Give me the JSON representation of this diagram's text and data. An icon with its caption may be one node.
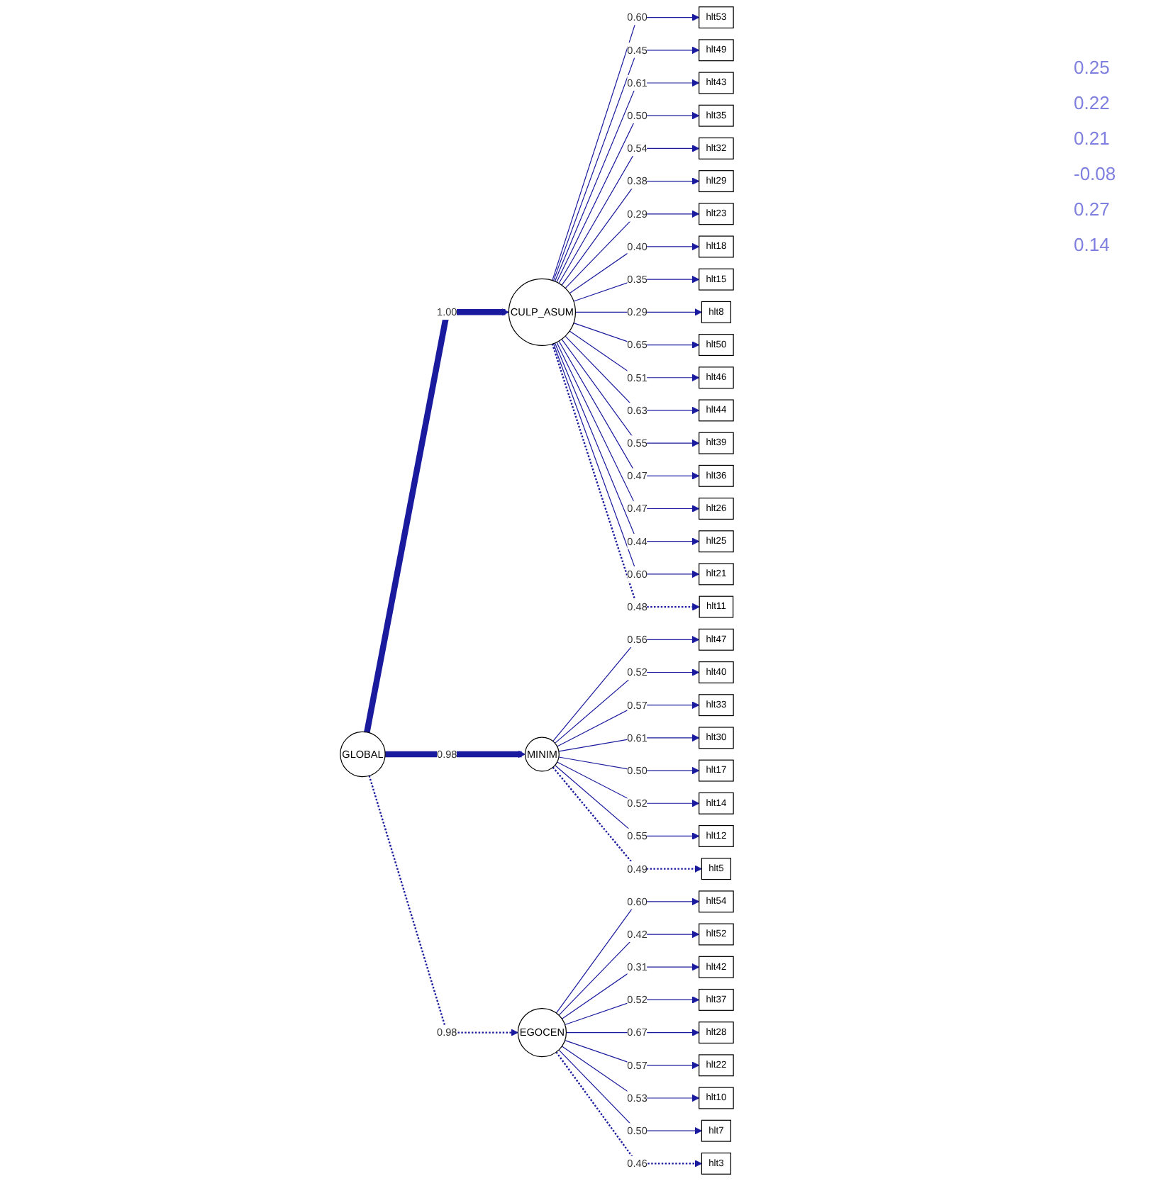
{
  "diagram": {
    "nodes": [
      {
        "text": [
          "GLOBAL"
        ]
      },
      {
        "text": [
          "CULP_ASUM"
        ]
      },
      {
        "text": [
          "MINIM"
        ]
      },
      {
        "text": [
          "EGOCEN"
        ]
      },
      {
        "text": [
          "hlt53"
        ]
      },
      {
        "text": [
          "hlt49"
        ]
      },
      {
        "text": [
          "hlt43"
        ]
      },
      {
        "text": [
          "hlt35"
        ]
      },
      {
        "text": [
          "hlt32"
        ]
      },
      {
        "text": [
          "hlt29"
        ]
      },
      {
        "text": [
          "hlt23"
        ]
      },
      {
        "text": [
          "hlt18"
        ]
      },
      {
        "text": [
          "hlt15"
        ]
      },
      {
        "text": [
          "hlt8"
        ]
      },
      {
        "text": [
          "hlt50"
        ]
      },
      {
        "text": [
          "hlt46"
        ]
      },
      {
        "text": [
          "hlt44"
        ]
      },
      {
        "text": [
          "hlt39"
        ]
      },
      {
        "text": [
          "hlt36"
        ]
      },
      {
        "text": [
          "hlt26"
        ]
      },
      {
        "text": [
          "hlt25"
        ]
      },
      {
        "text": [
          "hlt21"
        ]
      },
      {
        "text": [
          "hlt11"
        ]
      },
      {
        "text": [
          "hlt47"
        ]
      },
      {
        "text": [
          "hlt40"
        ]
      },
      {
        "text": [
          "hlt33"
        ]
      },
      {
        "text": [
          "hlt30"
        ]
      },
      {
        "text": [
          "hlt17"
        ]
      },
      {
        "text": [
          "hlt14"
        ]
      },
      {
        "text": [
          "hlt12"
        ]
      },
      {
        "text": [
          "hlt5"
        ]
      },
      {
        "text": [
          "hlt54"
        ]
      },
      {
        "text": [
          "hlt52"
        ]
      },
      {
        "text": [
          "hlt42"
        ]
      },
      {
        "text": [
          "hlt37"
        ]
      },
      {
        "text": [
          "hlt28"
        ]
      },
      {
        "text": [
          "hlt22"
        ]
      },
      {
        "text": [
          "hlt10"
        ]
      },
      {
        "text": [
          "hlt7"
        ]
      },
      {
        "text": [
          "hlt3"
        ]
      }
    ],
    "edges": [
      {
        "from": 0,
        "to": 1,
        "arrow": "to",
        "label": "1.00",
        "style": "thick"
      },
      {
        "from": 0,
        "to": 2,
        "arrow": "to",
        "label": "0.98",
        "style": "thick"
      },
      {
        "from": 0,
        "to": 3,
        "arrow": "to",
        "label": "0.98",
        "style": "dashed"
      },
      {
        "from": 1,
        "to": 4,
        "arrow": "to",
        "label": "0.60"
      },
      {
        "from": 1,
        "to": 5,
        "arrow": "to",
        "label": "0.45"
      },
      {
        "from": 1,
        "to": 6,
        "arrow": "to",
        "label": "0.61"
      },
      {
        "from": 1,
        "to": 7,
        "arrow": "to",
        "label": "0.50"
      },
      {
        "from": 1,
        "to": 8,
        "arrow": "to",
        "label": "0.54"
      },
      {
        "from": 1,
        "to": 9,
        "arrow": "to",
        "label": "0.38"
      },
      {
        "from": 1,
        "to": 10,
        "arrow": "to",
        "label": "0.29"
      },
      {
        "from": 1,
        "to": 11,
        "arrow": "to",
        "label": "0.40"
      },
      {
        "from": 1,
        "to": 12,
        "arrow": "to",
        "label": "0.35"
      },
      {
        "from": 1,
        "to": 13,
        "arrow": "to",
        "label": "0.29"
      },
      {
        "from": 1,
        "to": 14,
        "arrow": "to",
        "label": "0.65"
      },
      {
        "from": 1,
        "to": 15,
        "arrow": "to",
        "label": "0.51"
      },
      {
        "from": 1,
        "to": 16,
        "arrow": "to",
        "label": "0.63"
      },
      {
        "from": 1,
        "to": 17,
        "arrow": "to",
        "label": "0.55"
      },
      {
        "from": 1,
        "to": 18,
        "arrow": "to",
        "label": "0.47"
      },
      {
        "from": 1,
        "to": 19,
        "arrow": "to",
        "label": "0.47"
      },
      {
        "from": 1,
        "to": 20,
        "arrow": "to",
        "label": "0.44"
      },
      {
        "from": 1,
        "to": 21,
        "arrow": "to",
        "label": "0.60"
      },
      {
        "from": 1,
        "to": 22,
        "arrow": "to",
        "label": "0.48",
        "style": "dashed"
      },
      {
        "from": 2,
        "to": 23,
        "arrow": "to",
        "label": "0.56"
      },
      {
        "from": 2,
        "to": 24,
        "arrow": "to",
        "label": "0.52"
      },
      {
        "from": 2,
        "to": 25,
        "arrow": "to",
        "label": "0.57"
      },
      {
        "from": 2,
        "to": 26,
        "arrow": "to",
        "label": "0.61"
      },
      {
        "from": 2,
        "to": 27,
        "arrow": "to",
        "label": "0.50"
      },
      {
        "from": 2,
        "to": 28,
        "arrow": "to",
        "label": "0.52"
      },
      {
        "from": 2,
        "to": 29,
        "arrow": "to",
        "label": "0.55"
      },
      {
        "from": 2,
        "to": 30,
        "arrow": "to",
        "label": "0.49",
        "style": "dashed"
      },
      {
        "from": 3,
        "to": 31,
        "arrow": "to",
        "label": "0.60"
      },
      {
        "from": 3,
        "to": 32,
        "arrow": "to",
        "label": "0.42"
      },
      {
        "from": 3,
        "to": 33,
        "arrow": "to",
        "label": "0.31"
      },
      {
        "from": 3,
        "to": 34,
        "arrow": "to",
        "label": "0.52"
      },
      {
        "from": 3,
        "to": 35,
        "arrow": "to",
        "label": "0.67"
      },
      {
        "from": 3,
        "to": 36,
        "arrow": "to",
        "label": "0.57"
      },
      {
        "from": 3,
        "to": 37,
        "arrow": "to",
        "label": "0.53"
      },
      {
        "from": 3,
        "to": 38,
        "arrow": "to",
        "label": "0.50"
      },
      {
        "from": 3,
        "to": 39,
        "arrow": "to",
        "label": "0.46",
        "style": "dashed"
      }
    ],
    "labels": [
      "0.25",
      "0.22",
      "0.21",
      "-0.08",
      "0.27",
      "0.14"
    ]
  }
}
